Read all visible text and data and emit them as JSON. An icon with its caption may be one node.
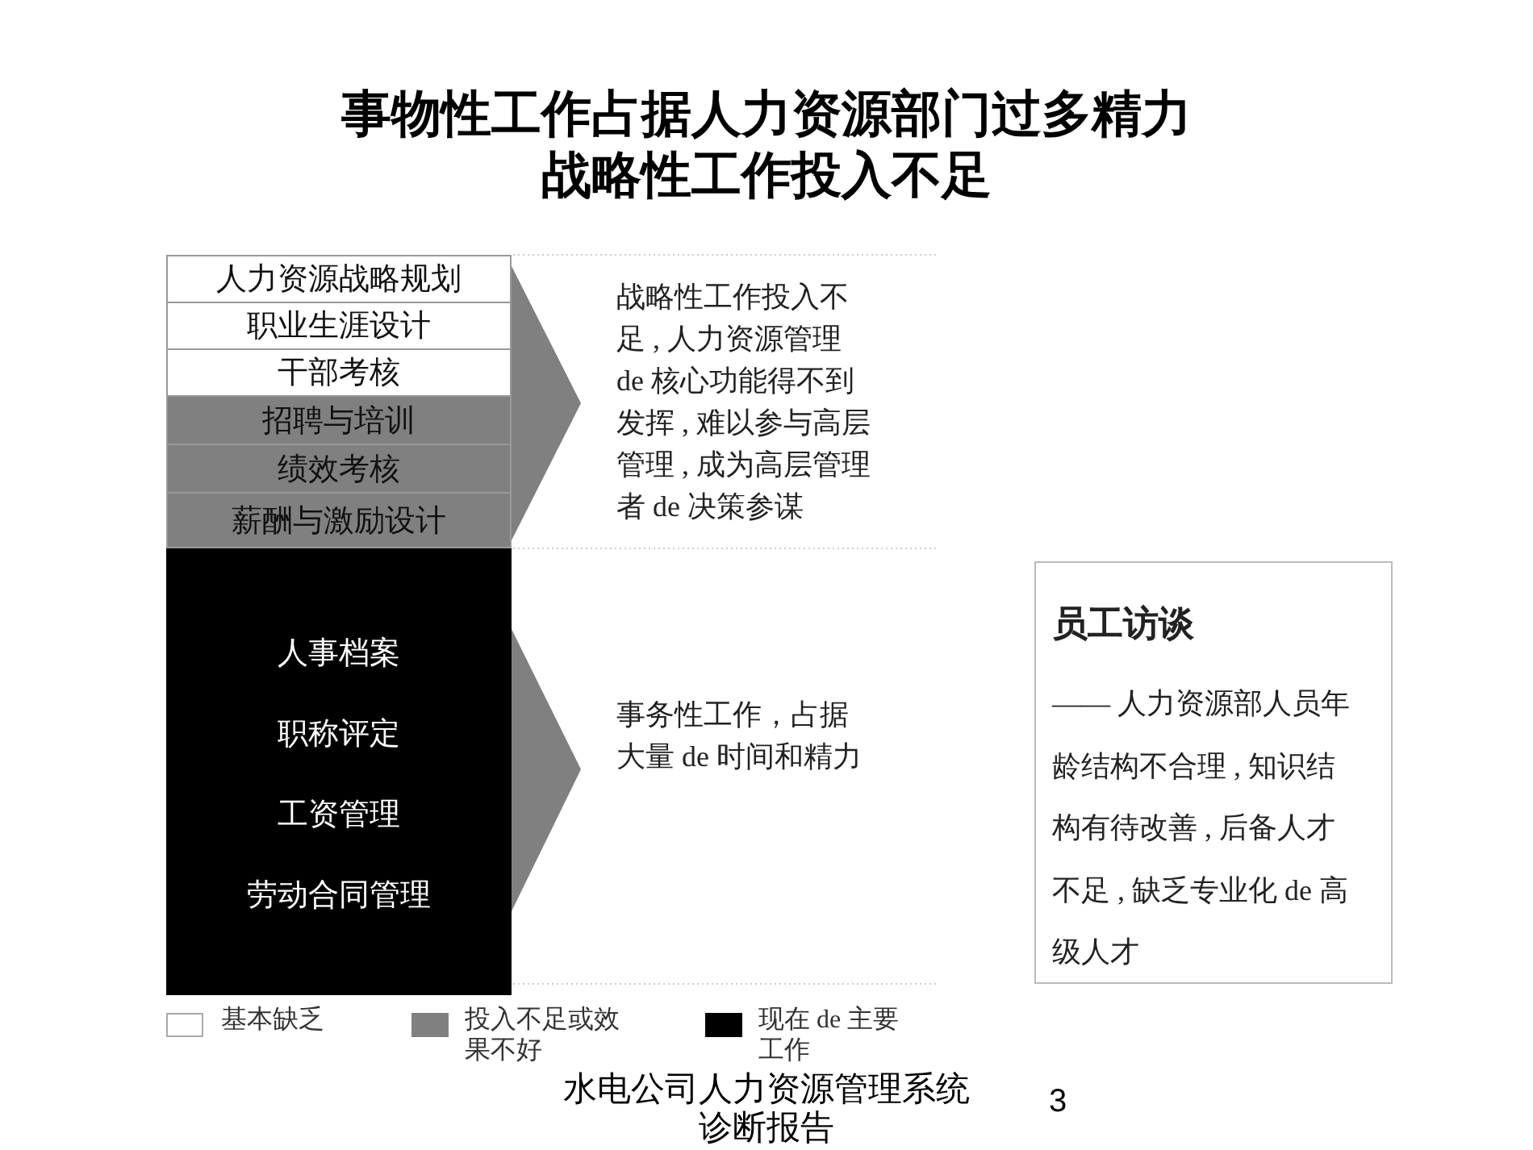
{
  "diagram": {
    "title": "事物性工作占据人力资源部门过多精力战略性工作投入不足",
    "caption": "水电公司人力资源管理系统诊断报告",
    "nodes": [
      {
        "text": [],
        "shape": "box"
      },
      {
        "text": [
          "人力资源战略规划"
        ],
        "in": 0
      },
      {
        "text": [
          "职业生涯设计"
        ],
        "in": 0
      },
      {
        "text": [
          "干部考核"
        ],
        "in": 0
      },
      {
        "text": [
          "招聘与培训"
        ],
        "in": 0
      },
      {
        "text": [
          "绩效考核"
        ],
        "in": 0
      },
      {
        "text": [
          "薪酬与激励设计"
        ],
        "in": 0
      },
      {
        "text": [
          "人事档案",
          "职称评定",
          "工资管理",
          "劳动合同管理"
        ]
      },
      {
        "text": [
          "战略性工作投入不足 , 人力资源管理 de 核心功能得不到发挥 , 难以参与高层管理 , 成为高层管理者 de 决策参谋"
        ]
      },
      {
        "text": [
          "事务性工作，占据大量 de 时间和精力"
        ]
      },
      {
        "text": [
          "员工访谈",
          "—— 人力资源部人员年龄结构不合理 , 知识结构有待改善 , 后备人才不足 , 缺乏专业化 de 高级人才"
        ]
      }
    ],
    "edges": [
      {
        "from": 0,
        "to": 8,
        "arrow": "to",
        "color": "#808080"
      },
      {
        "from": 7,
        "to": 9,
        "arrow": "to",
        "color": "#808080"
      }
    ],
    "labels": [
      "3"
    ],
    "legend": [
      {
        "text": "基本缺乏",
        "color": "#ffffff"
      },
      {
        "text": "投入不足或效果不好",
        "color": "#808080"
      },
      {
        "text": "现在 de 主要工作",
        "color": "#000000"
      }
    ]
  }
}
